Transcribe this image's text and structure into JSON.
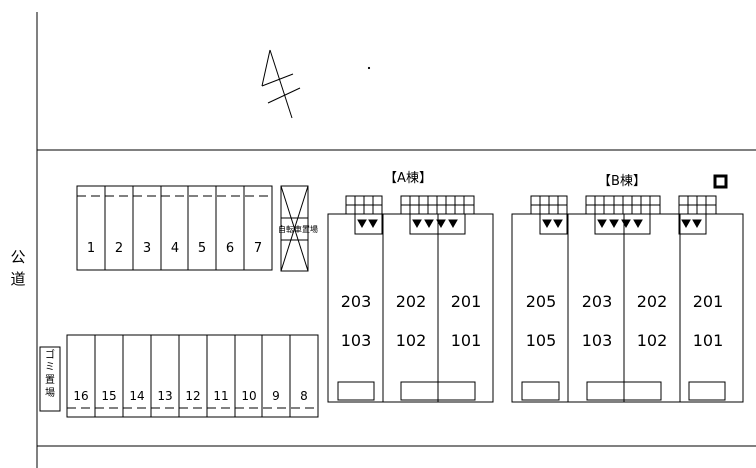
{
  "road_label": "公道",
  "north_label": "N",
  "bicycle_parking_label": "自転車置場",
  "garbage_label": "ゴミ置場",
  "parking_top": [
    "1",
    "2",
    "3",
    "4",
    "5",
    "6",
    "7"
  ],
  "parking_bottom": [
    "16",
    "15",
    "14",
    "13",
    "12",
    "11",
    "10",
    "9",
    "8"
  ],
  "building_a": {
    "title": "【A棟】",
    "upper_units": [
      "203",
      "202",
      "201"
    ],
    "lower_units": [
      "103",
      "102",
      "101"
    ]
  },
  "building_b": {
    "title": "【B棟】",
    "upper_units": [
      "205",
      "203",
      "202",
      "201"
    ],
    "lower_units": [
      "105",
      "103",
      "102",
      "101"
    ]
  }
}
